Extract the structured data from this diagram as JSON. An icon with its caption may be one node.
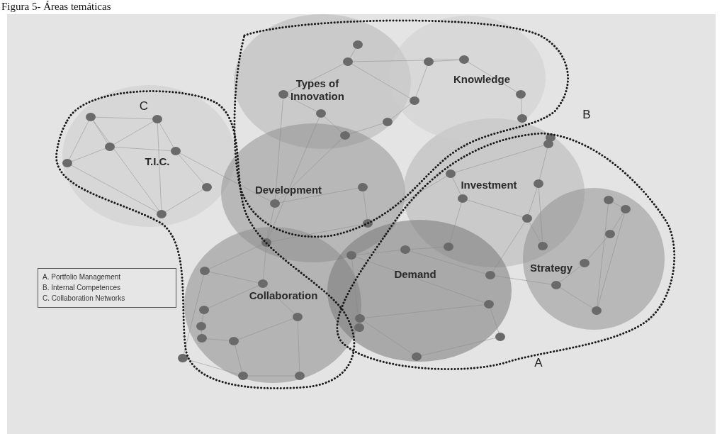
{
  "diagram": {
    "title": "Figura 5- Áreas temáticas",
    "nodes": [
      {
        "text": [
          "Types of Innovation"
        ]
      },
      {
        "text": [
          "Knowledge"
        ]
      },
      {
        "text": [
          "T.I.C."
        ]
      },
      {
        "text": [
          "Development"
        ]
      },
      {
        "text": [
          "Investment"
        ]
      },
      {
        "text": [
          "Collaboration"
        ]
      },
      {
        "text": [
          "Demand"
        ]
      },
      {
        "text": [
          "Strategy"
        ]
      }
    ],
    "labels": [
      "C",
      "B",
      "A. Portfolio Management",
      "B. Internal Competences",
      "C. Collaboration Networks",
      "A"
    ]
  }
}
